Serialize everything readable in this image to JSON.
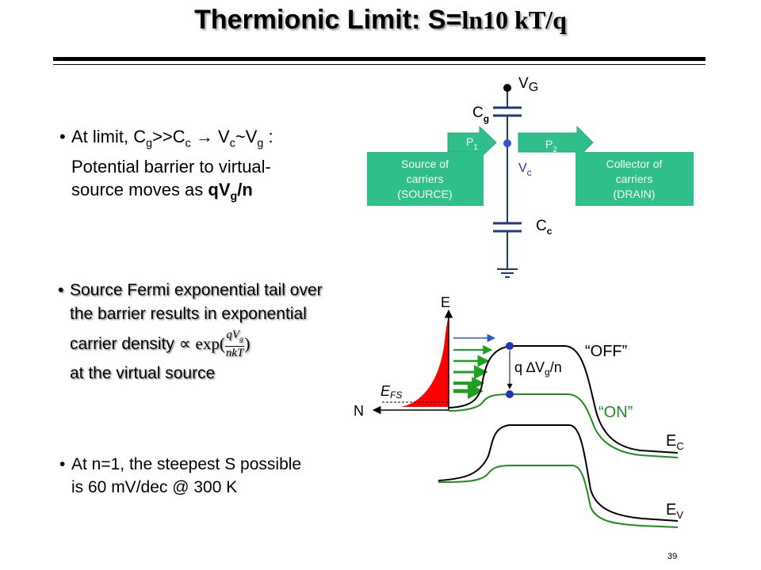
{
  "title": {
    "main": "Thermionic Limit: S=",
    "formula": "ln10 kT/q"
  },
  "bullets": {
    "b1": {
      "dot": "•",
      "line1_a": "At limit, C",
      "line1_sub_g": "g",
      "line1_b": ">>C",
      "line1_sub_c": "c",
      "line1_arrow": "  → V",
      "line1_sub_c2": "c",
      "line1_c": "~V",
      "line1_sub_g2": "g",
      "line1_d": " :",
      "line2": "Potential barrier to virtual-",
      "line3_a": "source moves as ",
      "line3_bold": "qV",
      "line3_sub": "g",
      "line3_bold2": "/n"
    },
    "b2": {
      "dot": "•",
      "line1": "Source Fermi exponential tail over",
      "line2": "the barrier results in exponential",
      "line3": "carrier density ∝ ",
      "exp": "exp(",
      "frac_num": "qV",
      "frac_num_sub": "g",
      "frac_den": "nkT",
      "exp_close": ")",
      "line4": "at the virtual source"
    },
    "b3": {
      "dot": "•",
      "line1": "At n=1, the steepest S possible",
      "line2": "is 60 mV/dec @ 300 K"
    }
  },
  "circuit": {
    "vg": "V",
    "vg_sub": "G",
    "cg": "C",
    "cg_sub": "g",
    "vc": "V",
    "vc_sub": "c",
    "cc": "C",
    "cc_sub": "c",
    "p1": "P",
    "p1_sub": "1",
    "p2": "P",
    "p2_sub": "2",
    "source_box": [
      "Source of",
      "carriers",
      "(SOURCE)"
    ],
    "drain_box": [
      "Collector of",
      "carriers",
      "(DRAIN)"
    ],
    "box_color": "#2fbf8a"
  },
  "band": {
    "e_axis": "E",
    "n_axis": "N",
    "efs": "E",
    "efs_sub": "FS",
    "qdv": "q ∆V",
    "qdv_sub": "g",
    "qdv_end": "/n",
    "off": "“OFF”",
    "on": "“ON”",
    "ec": "E",
    "ec_sub": "C",
    "ev": "E",
    "ev_sub": "V",
    "off_color": "#000000",
    "on_color": "#1e8c1e",
    "tail_color": "#ff0000",
    "dot_color": "#2233bb"
  },
  "page_number": "39"
}
